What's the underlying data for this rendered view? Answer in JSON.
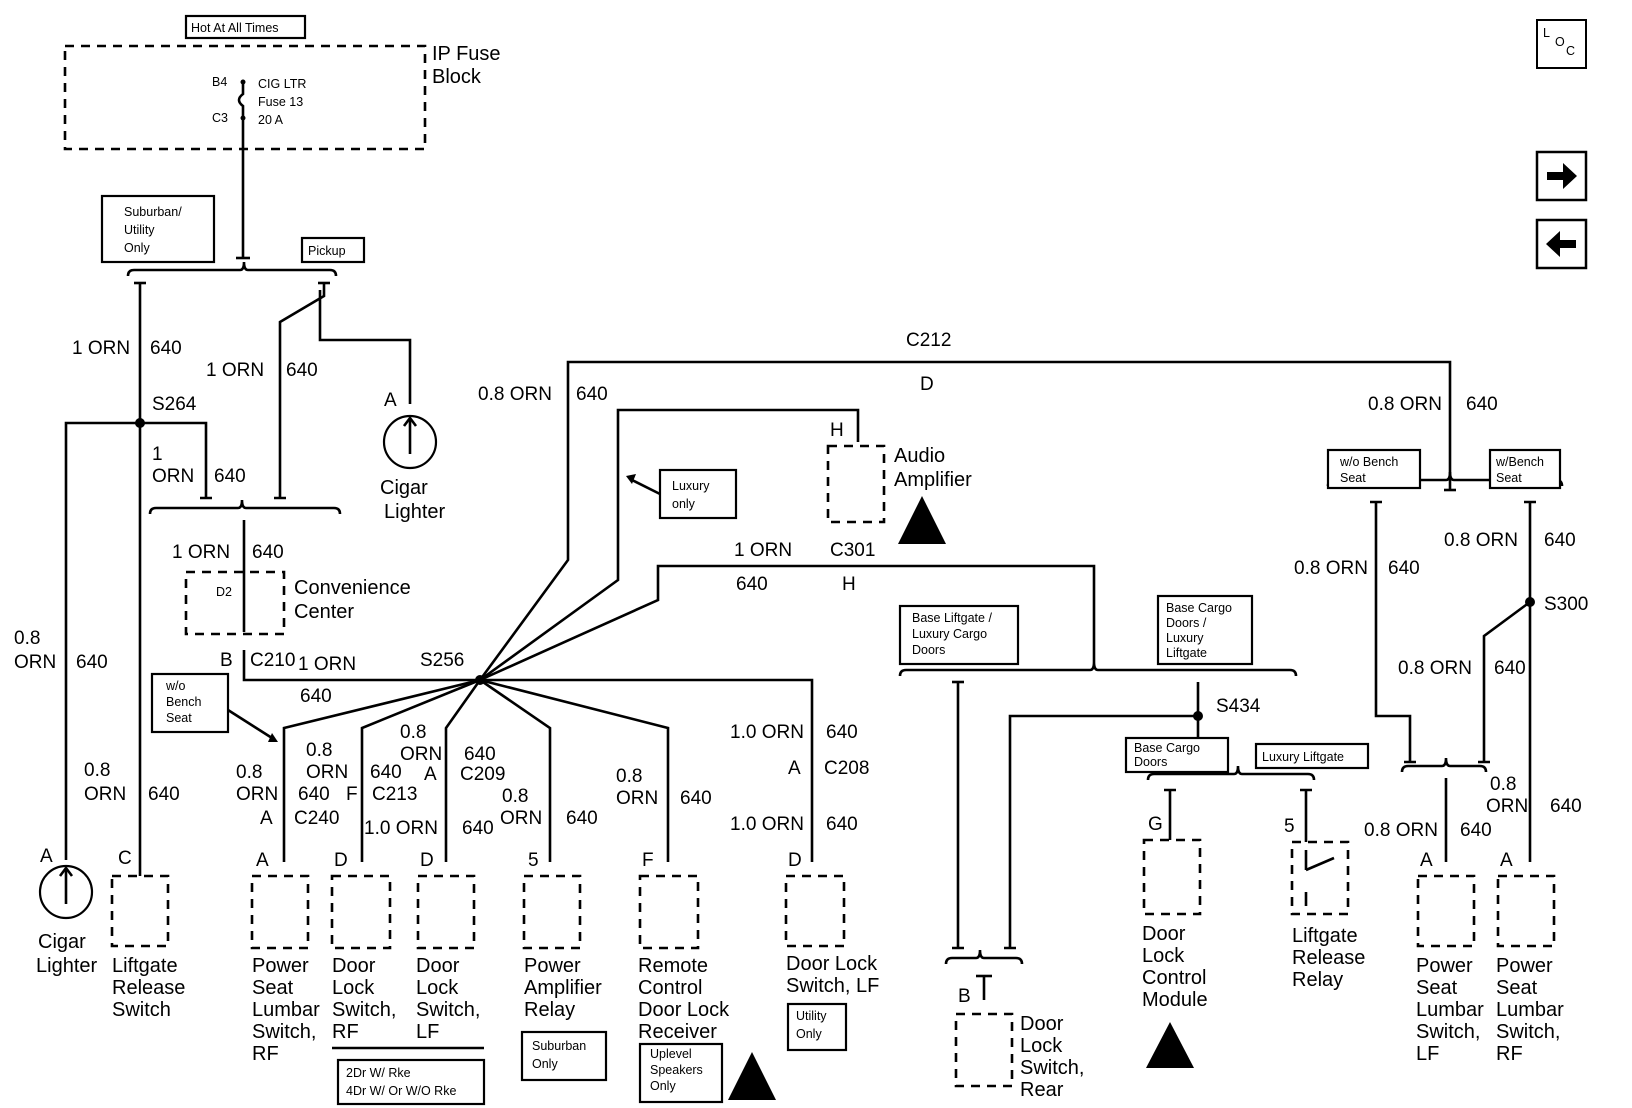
{
  "fuse_block": {
    "hot_label": "Hot At All Times",
    "name_line1": "IP Fuse",
    "name_line2": "Block",
    "pin_top": "B4",
    "pin_bottom": "C3",
    "fuse_line1": "CIG LTR",
    "fuse_line2": "Fuse 13",
    "fuse_line3": "20 A"
  },
  "nav": {
    "loc_icon": "location-icon",
    "next_icon": "arrow-right-icon",
    "prev_icon": "arrow-left-icon",
    "loc_l": "L",
    "loc_o": "O",
    "loc_c": "C"
  },
  "options": {
    "suburban_utility_1": "Suburban/",
    "suburban_utility_2": "Utility",
    "suburban_utility_3": "Only",
    "pickup": "Pickup",
    "luxury_1": "Luxury",
    "luxury_2": "only",
    "wo_bench_1": "w/o",
    "wo_bench_2": "Bench",
    "wo_bench_3": "Seat",
    "wo_bench_seat_1": "w/o Bench",
    "wo_bench_seat_2": "Seat",
    "w_bench_seat_1": "w/Bench",
    "w_bench_seat_2": "Seat",
    "base_liftgate_1": "Base Liftgate /",
    "base_liftgate_2": "Luxury Cargo",
    "base_liftgate_3": "Doors",
    "base_cargo_1": "Base Cargo",
    "base_cargo_2": "Doors /",
    "base_cargo_3": "Luxury",
    "base_cargo_4": "Liftgate",
    "base_cargo_doors_1": "Base Cargo",
    "base_cargo_doors_2": "Doors",
    "luxury_liftgate": "Luxury Liftgate",
    "rke_1": "2Dr W/ Rke",
    "rke_2": "4Dr W/ Or W/O Rke",
    "suburban_only_1": "Suburban",
    "suburban_only_2": "Only",
    "uplevel_1": "Uplevel",
    "uplevel_2": "Speakers",
    "uplevel_3": "Only",
    "utility_only_1": "Utility",
    "utility_only_2": "Only"
  },
  "wires": {
    "w1_a": "1 ORN",
    "w1_b": "640",
    "w2_a": "1 ORN",
    "w2_b": "640",
    "w3_a": "1",
    "w3_b": "ORN",
    "w3_c": "640",
    "w4_a": "1 ORN",
    "w4_b": "640",
    "w5_a": "0.8",
    "w5_b": "ORN",
    "w5_c": "640",
    "w6_a": "0.8",
    "w6_b": "ORN",
    "w6_c": "640",
    "w7_a": "1 ORN",
    "w7_b": "640",
    "w8_a": "0.8 ORN",
    "w8_b": "640",
    "w9_a": "0.8",
    "w9_b": "ORN",
    "w9_c": "640",
    "w10_a": "0.8",
    "w10_b": "ORN",
    "w10_c": "640",
    "w11_a": "1.0 ORN",
    "w11_b": "640",
    "w12_a": "0.8",
    "w12_b": "ORN",
    "w12_c": "640",
    "w13_a": "0.8",
    "w13_b": "ORN",
    "w13_c": "640",
    "w14_a": "0.8",
    "w14_b": "ORN",
    "w14_c": "640",
    "w15_a": "1.0 ORN",
    "w15_b": "640",
    "w16_a": "1.0 ORN",
    "w16_b": "640",
    "w17_a": "1 ORN",
    "w17_b": "640",
    "w18_a": "0.8 ORN",
    "w18_b": "640",
    "w19_a": "0.8 ORN",
    "w19_b": "640",
    "w20_a": "0.8 ORN",
    "w20_b": "640",
    "w21_a": "0.8 ORN",
    "w21_b": "640",
    "w22_a": "0.8",
    "w22_b": "ORN",
    "w22_c": "640",
    "w23_a": "0.8 ORN",
    "w23_b": "640"
  },
  "splices": {
    "s264": "S264",
    "s256": "S256",
    "s434": "S434",
    "s300": "S300"
  },
  "connectors": {
    "c210": "C210",
    "c210_pin": "B",
    "c212": "C212",
    "c212_pin": "D",
    "c301": "C301",
    "c301_pin": "H",
    "c213": "C213",
    "c213_pin": "F",
    "c209": "C209",
    "c209_pin": "A",
    "c240": "C240",
    "c240_pin": "A",
    "c208": "C208",
    "c208_pin": "A"
  },
  "components": {
    "cigar_top_pin": "A",
    "cigar_top_1": "Cigar",
    "cigar_top_2": "Lighter",
    "conv_pin": "D2",
    "conv_1": "Convenience",
    "conv_2": "Center",
    "audio_pin": "H",
    "audio_1": "Audio",
    "audio_2": "Amplifier",
    "cigar_pin": "A",
    "cigar_1": "Cigar",
    "cigar_2": "Lighter",
    "liftsw_pin": "C",
    "liftsw_1": "Liftgate",
    "liftsw_2": "Release",
    "liftsw_3": "Switch",
    "psrf_pin": "A",
    "psrf_1": "Power",
    "psrf_2": "Seat",
    "psrf_3": "Lumbar",
    "psrf_4": "Switch,",
    "psrf_5": "RF",
    "dlrf_pin": "D",
    "dlrf_1": "Door",
    "dlrf_2": "Lock",
    "dlrf_3": "Switch,",
    "dlrf_4": "RF",
    "dllf_pin": "D",
    "dllf_1": "Door",
    "dllf_2": "Lock",
    "dllf_3": "Switch,",
    "dllf_4": "LF",
    "par_pin": "5",
    "par_1": "Power",
    "par_2": "Amplifier",
    "par_3": "Relay",
    "rcd_pin": "F",
    "rcd_1": "Remote",
    "rcd_2": "Control",
    "rcd_3": "Door Lock",
    "rcd_4": "Receiver",
    "dlslf_pin": "D",
    "dlslf_1": "Door Lock",
    "dlslf_2": "Switch, LF",
    "dlsr_pin": "B",
    "dlsr_1": "Door",
    "dlsr_2": "Lock",
    "dlsr_3": "Switch,",
    "dlsr_4": "Rear",
    "dlcm_pin": "G",
    "dlcm_1": "Door",
    "dlcm_2": "Lock",
    "dlcm_3": "Control",
    "dlcm_4": "Module",
    "lrr_pin": "5",
    "lrr_1": "Liftgate",
    "lrr_2": "Release",
    "lrr_3": "Relay",
    "pslf_pin": "A",
    "pslf_1": "Power",
    "pslf_2": "Seat",
    "pslf_3": "Lumbar",
    "pslf_4": "Switch,",
    "pslf_5": "LF",
    "psrf2_pin": "A",
    "psrf2_1": "Power",
    "psrf2_2": "Seat",
    "psrf2_3": "Lumbar",
    "psrf2_4": "Switch,",
    "psrf2_5": "RF"
  }
}
